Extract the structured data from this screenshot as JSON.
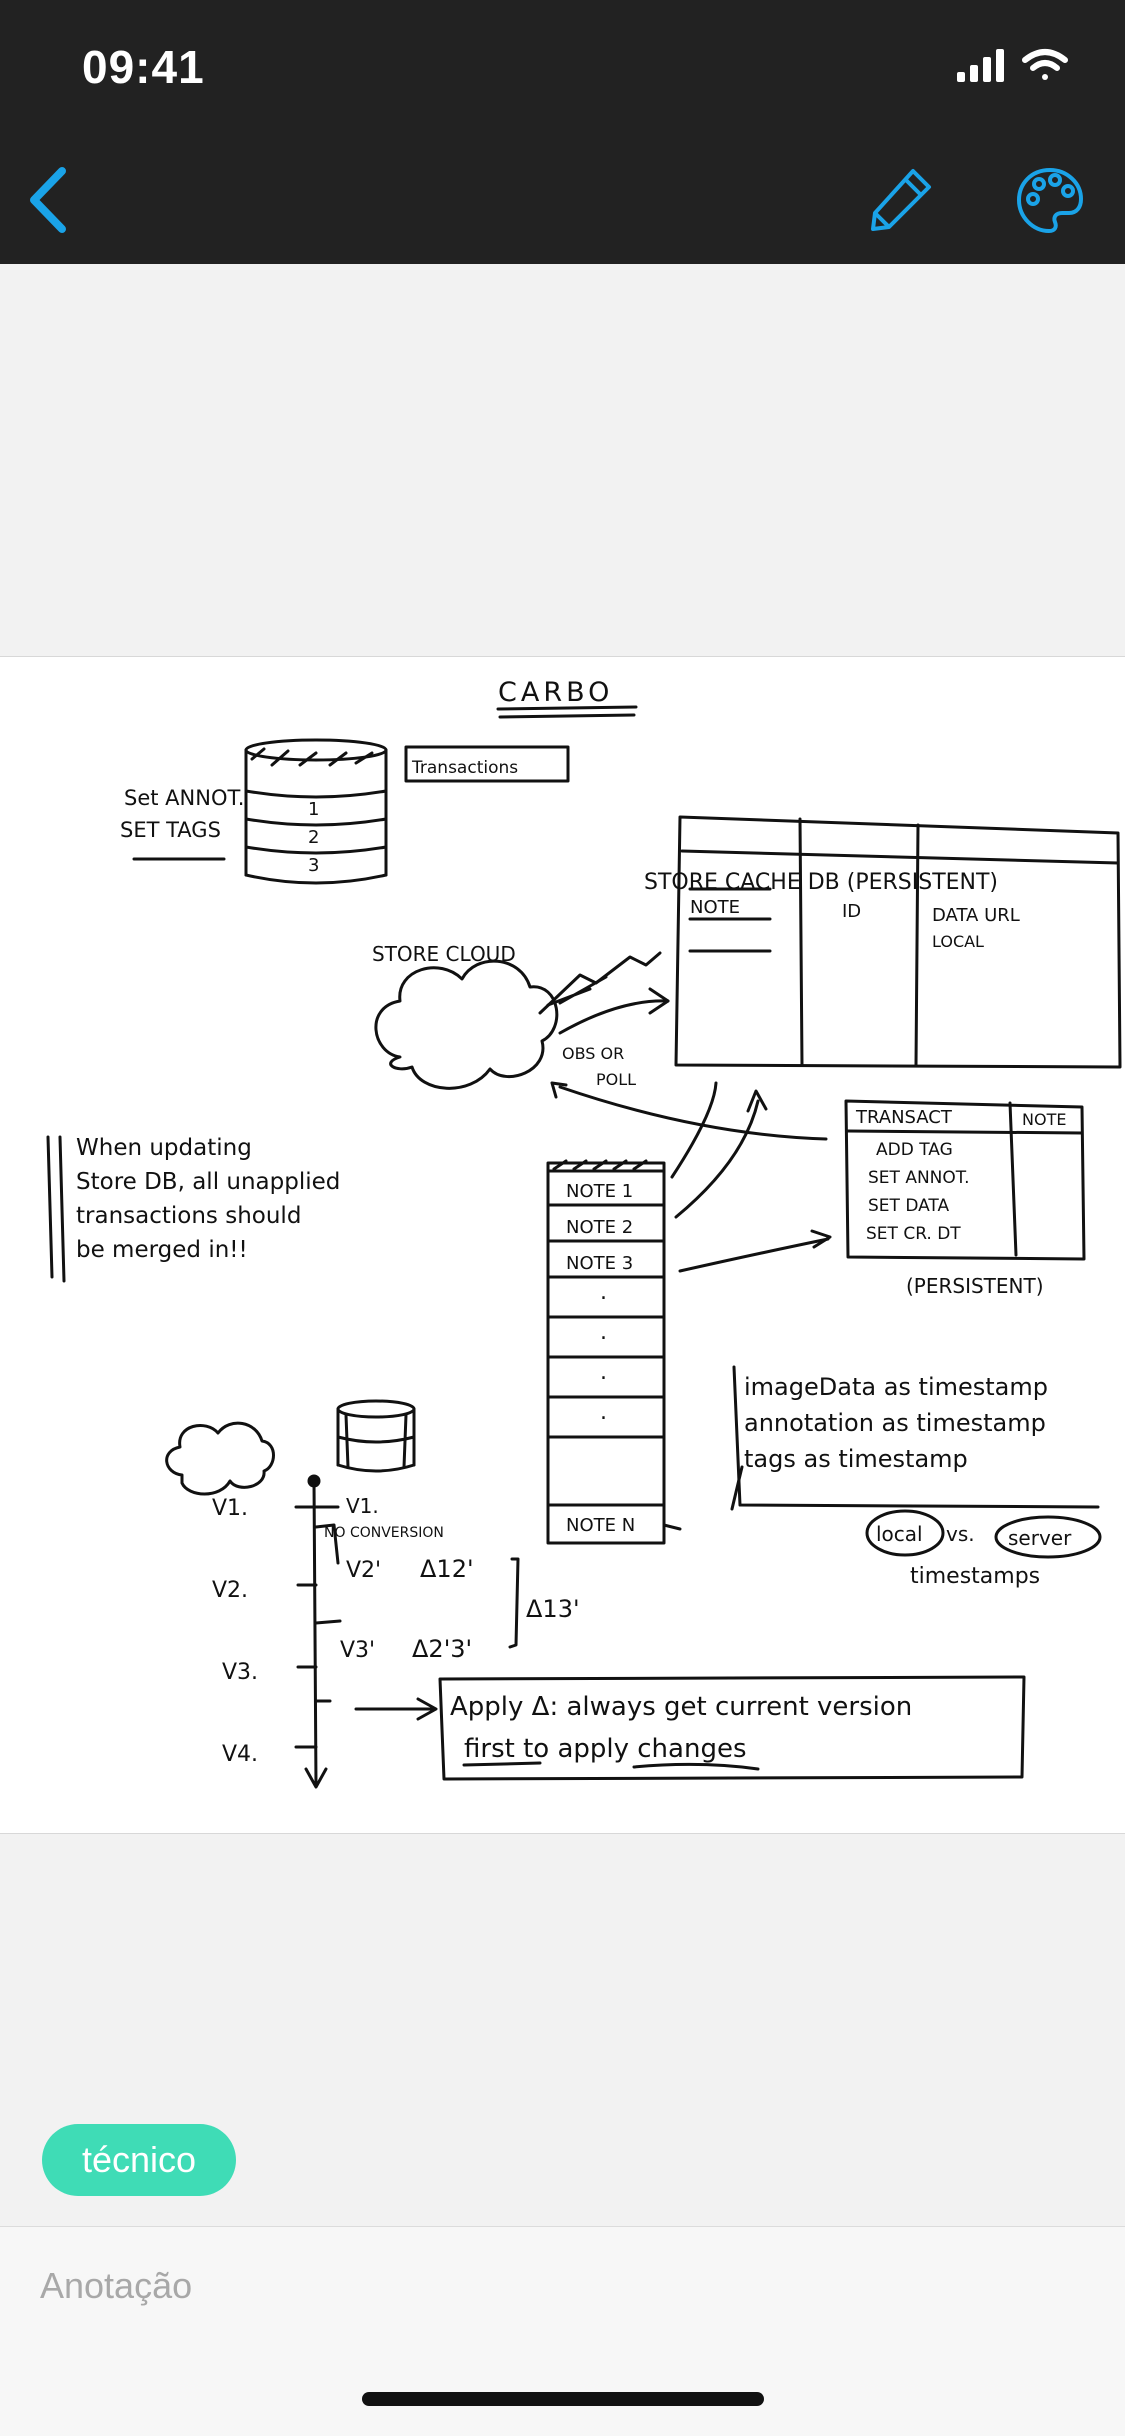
{
  "status_bar": {
    "time": "09:41"
  },
  "sketch": {
    "title": "CARBO",
    "left_labels": [
      "Set ANNOT.",
      "SET TAGS"
    ],
    "stack_rows": [
      "1",
      "2",
      "3"
    ],
    "transactions_label": "Transactions",
    "cache_db_title": "STORE CACHE DB (PERSISTENT)",
    "cache_cols": [
      "NOTE",
      "ID",
      "DATA URL"
    ],
    "cache_local": "LOCAL",
    "cloud_label": "STORE CLOUD",
    "obs_label": "OBS OR",
    "poll_label": "POLL",
    "note_warning": [
      "When updating",
      "Store DB, all unapplied",
      "transactions should",
      "be merged in!!"
    ],
    "notes_list": [
      "NOTE 1",
      "NOTE 2",
      "NOTE 3",
      "NOTE N"
    ],
    "transact_cols": [
      "TRANSACT",
      "NOTE"
    ],
    "transact_rows": [
      "ADD TAG",
      "SET ANNOT.",
      "SET DATA",
      "SET CR. DT"
    ],
    "persistent_label": "(PERSISTENT)",
    "timestamps_box": [
      "imageData as timestamp",
      "annotation as timestamp",
      "tags as timestamp"
    ],
    "local_label": "local",
    "vs_label": "vs.",
    "server_label": "server",
    "timestamps_label": "timestamps",
    "versions_left": [
      "V1.",
      "V2.",
      "V3.",
      "V4."
    ],
    "v1_label": "V1.",
    "no_conversion": "NO CONVERSION",
    "v2_label": "V2'",
    "v3_label": "V3'",
    "delta_12": "Δ12'",
    "delta_23": "Δ2'3'",
    "delta_13": "Δ13'",
    "apply_text": [
      "Apply Δ: always get current version",
      "first to apply changes"
    ]
  },
  "tag": {
    "label": "técnico"
  },
  "annotation": {
    "placeholder": "Anotação"
  },
  "colors": {
    "accent_blue": "#1aa3e8",
    "tag_green": "#3fdcb6",
    "top_bar": "#222222"
  }
}
